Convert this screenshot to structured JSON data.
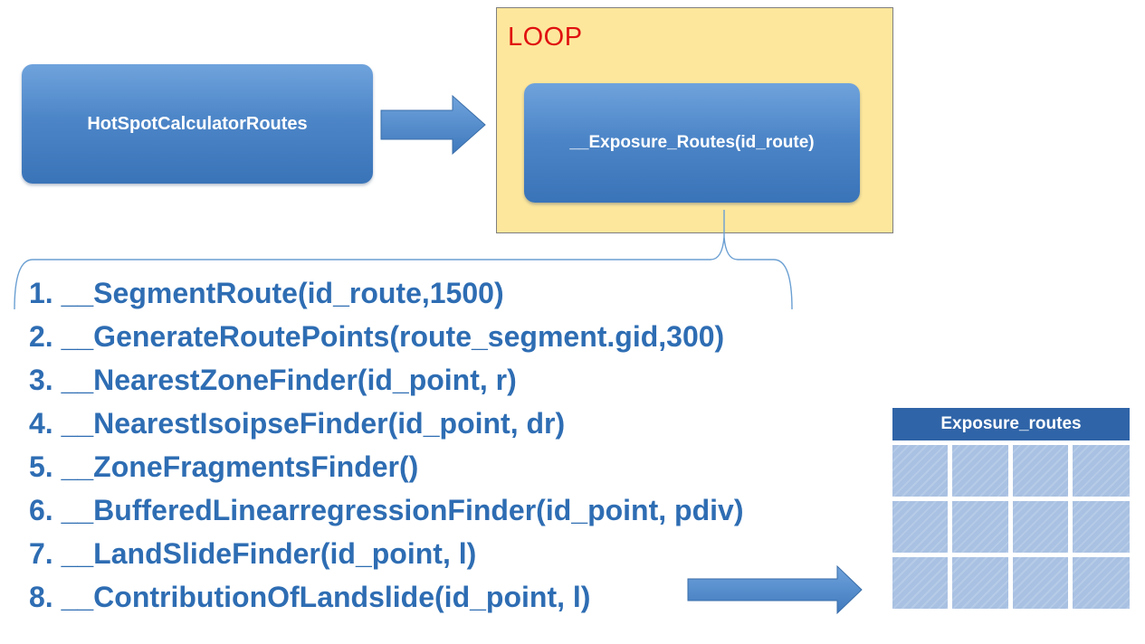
{
  "diagram": {
    "caller_box": {
      "label": "HotSpotCalculatorRoutes"
    },
    "loop": {
      "label": "LOOP"
    },
    "loop_inner_box": {
      "label": "__Exposure_Routes(id_route)"
    },
    "steps": [
      {
        "label": "1. __SegmentRoute(id_route,1500)"
      },
      {
        "label": "2. __GenerateRoutePoints(route_segment.gid,300)"
      },
      {
        "label": "3. __NearestZoneFinder(id_point, r)"
      },
      {
        "label": "4. __NearestIsoipseFinder(id_point, dr)"
      },
      {
        "label": "5. __ZoneFragmentsFinder()"
      },
      {
        "label": "6. __BufferedLinearregressionFinder(id_point, pdiv)"
      },
      {
        "label": "7. __LandSlideFinder(id_point, l)"
      },
      {
        "label": "8. __ContributionOfLandslide(id_point, l)"
      }
    ],
    "output_table": {
      "title": "Exposure_routes"
    }
  },
  "colors": {
    "box_blue": "#4d86c8",
    "loop_fill": "#fde79c",
    "loop_label": "#e01010",
    "step_text": "#2e6db3",
    "table_header": "#2f64a8",
    "table_cell": "#a9c1e2"
  }
}
